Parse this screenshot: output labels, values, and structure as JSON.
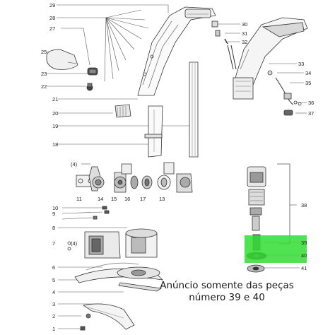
{
  "diagram": {
    "type": "exploded-parts-diagram",
    "subject": "string-trimmer",
    "callouts_left": [
      "29",
      "28",
      "27",
      "25",
      "23",
      "22",
      "21",
      "20",
      "19",
      "18",
      "(4)",
      "11",
      "14",
      "15",
      "16",
      "17",
      "13",
      "10",
      "9",
      "8",
      "7",
      "(4)",
      "6",
      "5",
      "4",
      "3",
      "2",
      "1"
    ],
    "callouts_right": [
      "30",
      "31",
      "32",
      "33",
      "34",
      "35",
      "36",
      "37",
      "38",
      "39",
      "40",
      "41"
    ],
    "highlighted_parts": [
      "39",
      "40"
    ],
    "highlight_color": "#33dd33"
  },
  "notice": {
    "line1": "Anúncio somente das peças",
    "line2": "número 39 e 40"
  }
}
